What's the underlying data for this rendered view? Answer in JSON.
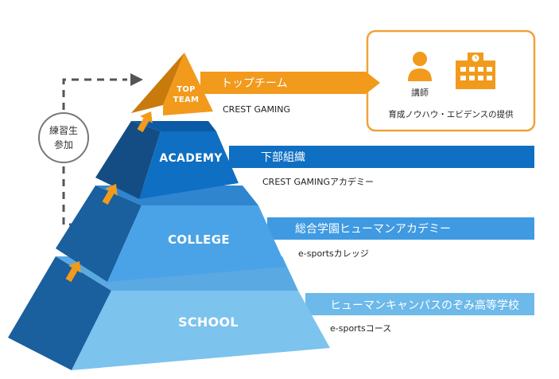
{
  "colors": {
    "orange": "#f29a1c",
    "orange_dark": "#c97a0c",
    "academy_band": "#0f6fc2",
    "college_band": "#3f9ae2",
    "school_band": "#6cb9ea",
    "navy": "#103e6e",
    "dash_gray": "#555555"
  },
  "trainee_circle": {
    "line1": "練習生",
    "line2": "参加"
  },
  "tiers": [
    {
      "key": "top",
      "label_line1": "TOP",
      "label_line2": "TEAM",
      "band": "トップチーム",
      "sub": "CREST GAMING"
    },
    {
      "key": "academy",
      "label": "ACADEMY",
      "band": "下部組織",
      "sub": "CREST GAMINGアカデミー"
    },
    {
      "key": "college",
      "label": "COLLEGE",
      "band": "総合学園ヒューマンアカデミー",
      "sub": "e-sportsカレッジ"
    },
    {
      "key": "school",
      "label": "SCHOOL",
      "band": "ヒューマンキャンパスのぞみ高等学校",
      "sub": "e-sportsコース"
    }
  ],
  "provider_box": {
    "lecturer_label": "講師",
    "caption": "育成ノウハウ・エビデンスの提供",
    "icons": [
      "person-icon",
      "school-building-icon"
    ]
  }
}
